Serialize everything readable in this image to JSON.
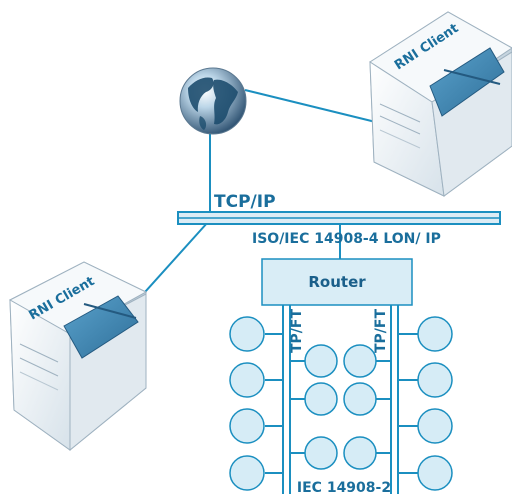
{
  "network": {
    "tcpip_label": "TCP/IP",
    "backbone_label": "ISO/IEC 14908-4 LON/ IP",
    "router_label": "Router",
    "left_channel_label": "TP/FT",
    "right_channel_label": "TP/FT",
    "field_bus_label": "IEC 14908-2"
  },
  "clients": {
    "top_right_label": "RNI Client",
    "bottom_left_label": "RNI Client"
  },
  "icons": {
    "globe": "globe-icon",
    "server": "server-icon",
    "node": "lon-node-icon"
  },
  "colors": {
    "line": "#1b8fc0",
    "label": "#1a6e9c",
    "router_fill": "#d9edf6",
    "node_fill": "#d6ecf6",
    "server_body": "#eef3f7",
    "server_panel": "#3d86b4"
  }
}
